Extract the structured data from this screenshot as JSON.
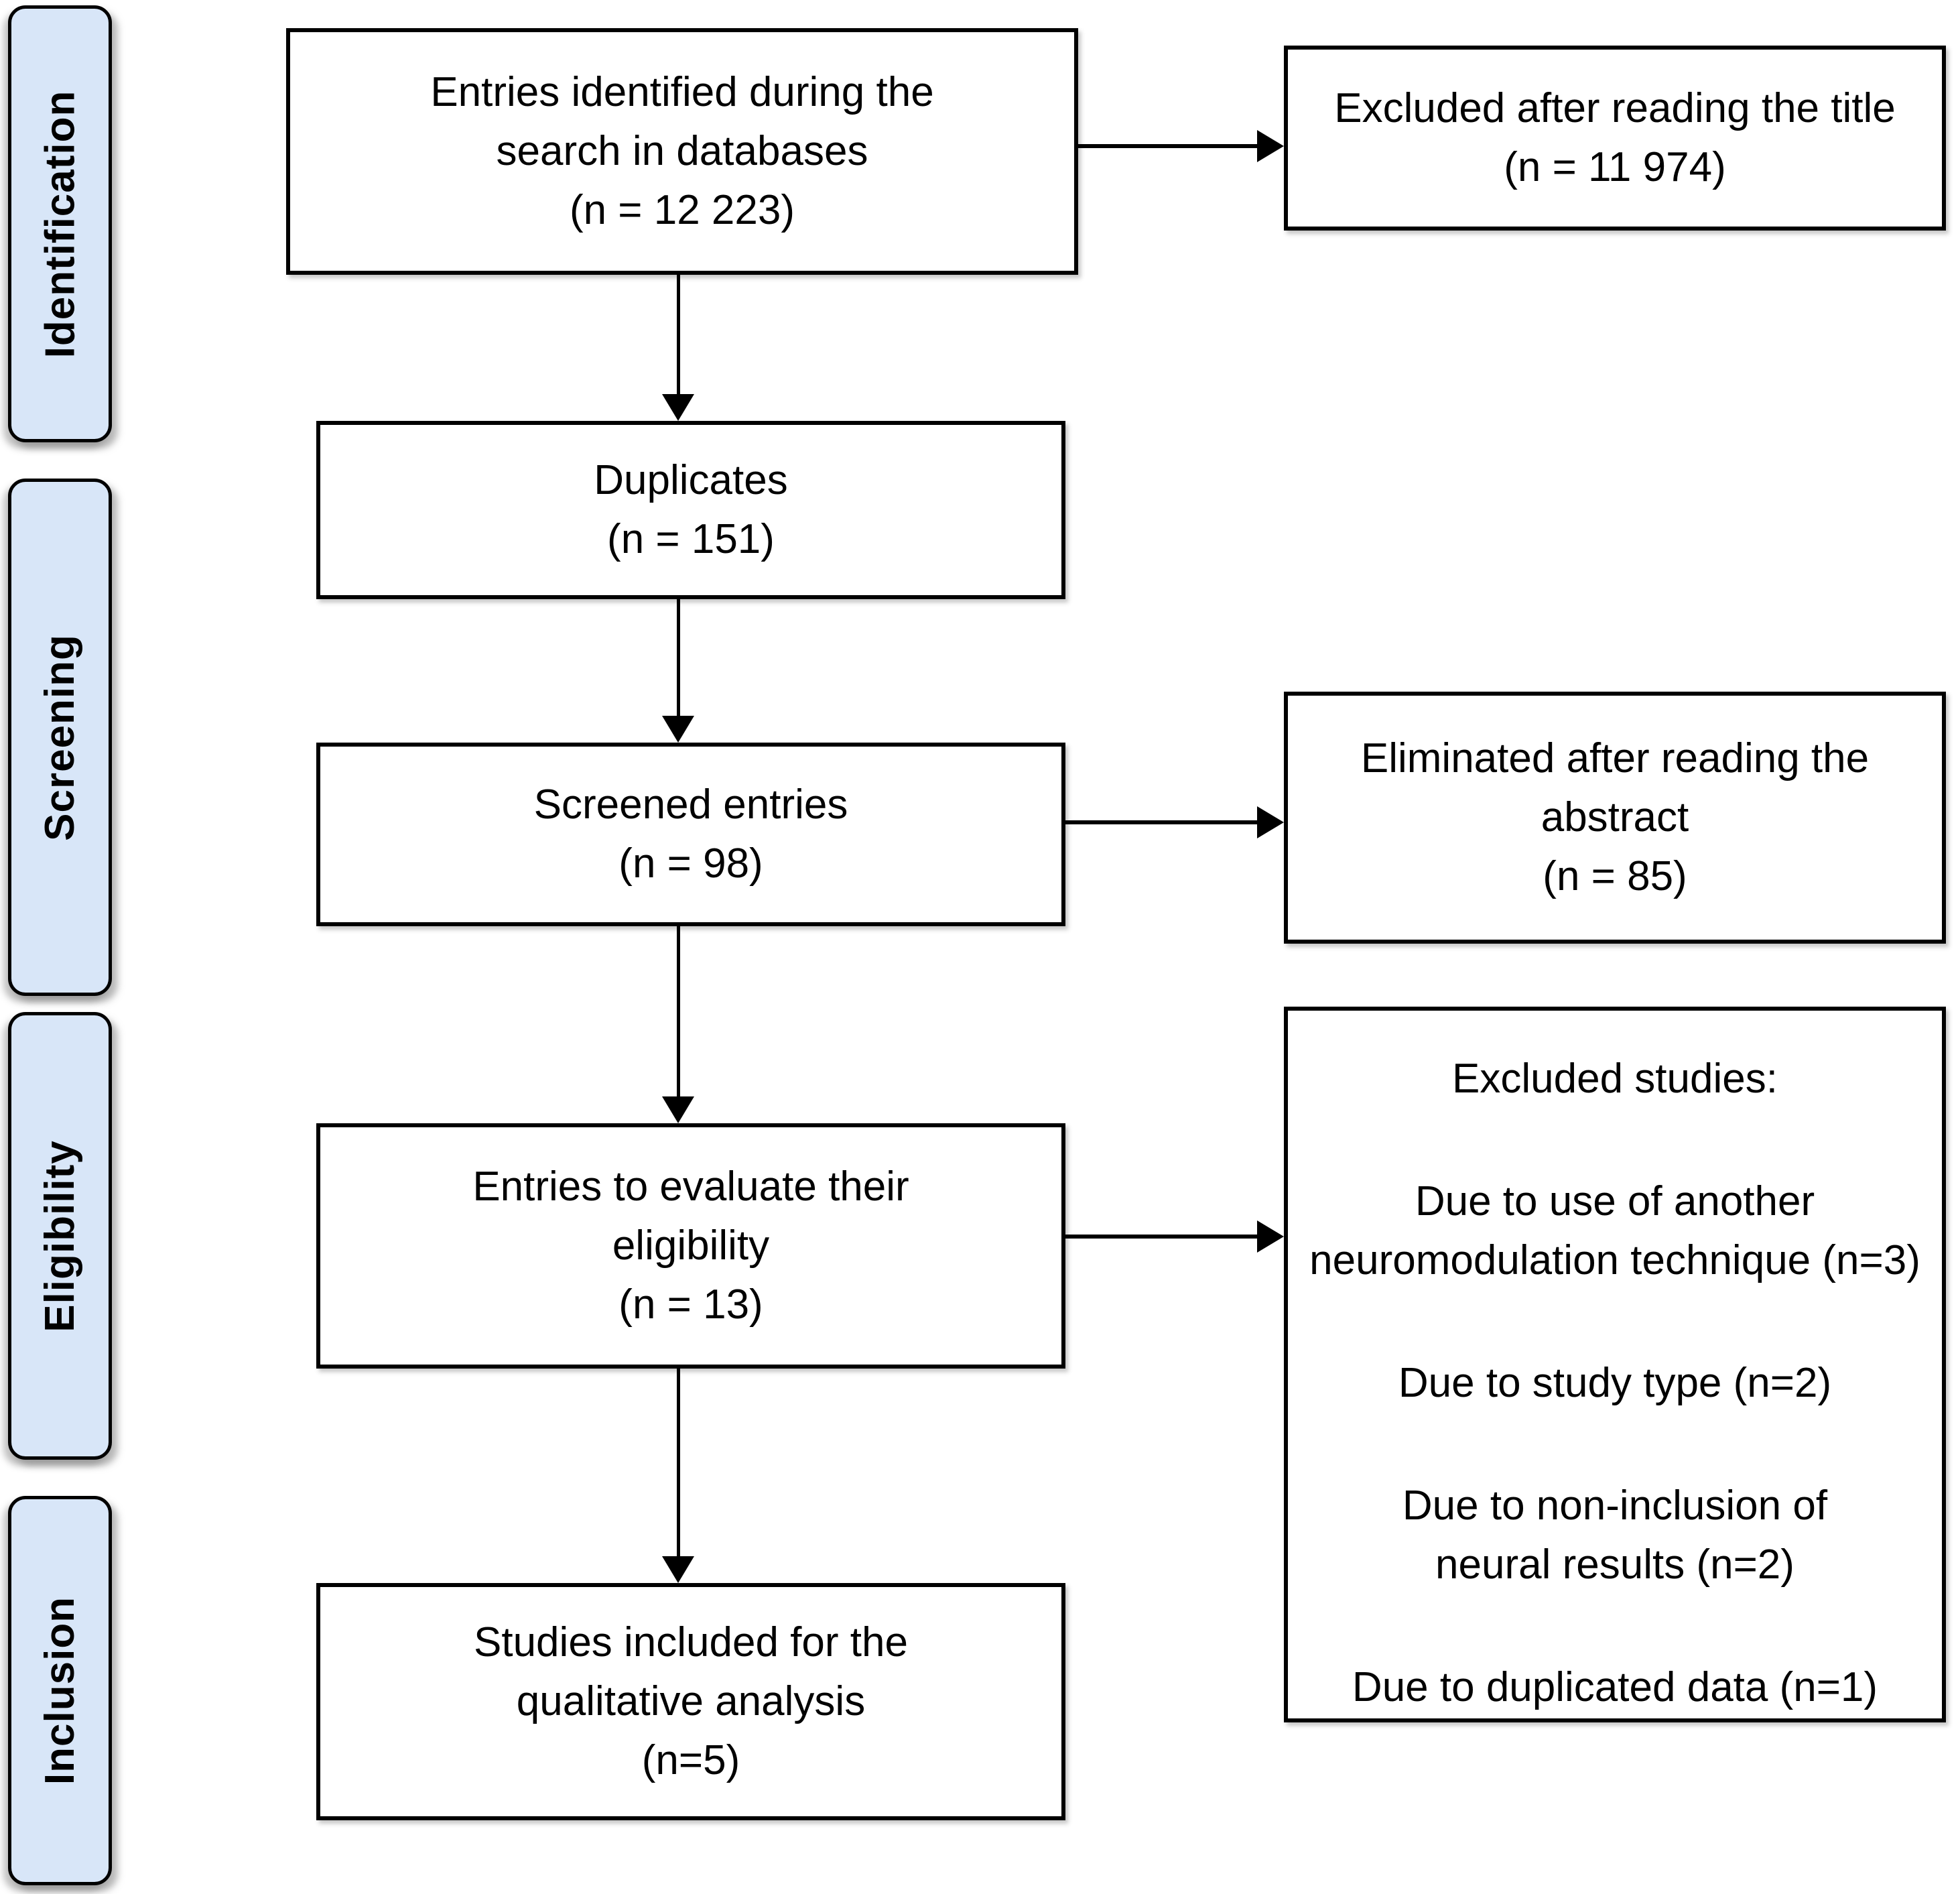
{
  "diagram": {
    "stages": [
      "Identification",
      "Screening",
      "Eligibility",
      "Inclusion"
    ],
    "flow_boxes": {
      "identified": {
        "lines": [
          "Entries identified during the",
          "search in databases",
          "(n = 12 223)"
        ]
      },
      "duplicates": {
        "lines": [
          "Duplicates",
          "(n = 151)"
        ]
      },
      "screened": {
        "lines": [
          "Screened entries",
          "(n = 98)"
        ]
      },
      "eligibility": {
        "lines": [
          "Entries to evaluate their",
          "eligibility",
          "(n = 13)"
        ]
      },
      "included": {
        "lines": [
          "Studies included for the",
          "qualitative analysis",
          "(n=5)"
        ]
      }
    },
    "side_boxes": {
      "excluded_title": {
        "lines": [
          "Excluded after reading the title",
          "(n = 11 974)"
        ]
      },
      "eliminated_abstract": {
        "lines": [
          "Eliminated after reading the",
          "abstract",
          "(n = 85)"
        ]
      },
      "excluded_studies": {
        "title": "Excluded studies:",
        "reasons": [
          [
            "Due to use of another",
            "neuromodulation technique (n=3)"
          ],
          [
            "Due to study type (n=2)"
          ],
          [
            "Due to non-inclusion of",
            "neural results (n=2)"
          ],
          [
            "Due to duplicated data (n=1)"
          ]
        ]
      }
    },
    "colors": {
      "stage_fill": "#d8e6f8",
      "line": "#000000",
      "background": "#ffffff"
    }
  }
}
